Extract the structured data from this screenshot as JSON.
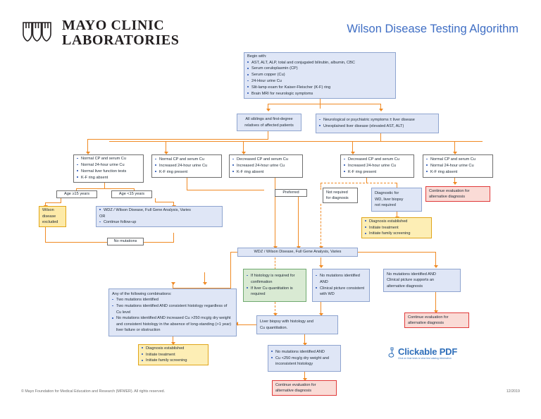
{
  "header": {
    "logo_line1": "MAYO CLINIC",
    "logo_line2": "LABORATORIES",
    "logo_icon": "mayo-shields-icon",
    "title": "Wilson Disease Testing Algorithm",
    "title_color": "#3f6ec4"
  },
  "nodes": {
    "begin": {
      "lead": "Begin with:",
      "items": [
        "AST, ALT, ALP, total and conjugated bilirubin, albumin, CBC",
        "Serum ceruloplasmin (CP)",
        "Serum copper (Cu)",
        "24-Hour urine Cu",
        "Slit-lamp exam for Kaiser-Fleischer (K-F) ring",
        "Brain MRI for neurologic symptoms"
      ]
    },
    "siblings": {
      "line1": "All siblings and first-degree",
      "line2": "relatives of affected patients"
    },
    "neuro": {
      "items": [
        "Neurological or psychiatric symptoms ± liver disease",
        "Unexplained liver disease (elevated AST, ALT)"
      ]
    },
    "crit1": {
      "items": [
        "Normal CP and serum Cu",
        "Normal 24-hour urine Cu",
        "Normal liver function tests",
        "K-F ring absent"
      ]
    },
    "crit2": {
      "items": [
        "Normal CP and serum Cu",
        "Increased 24-hour urine Cu",
        "K-F ring present"
      ]
    },
    "crit3": {
      "items": [
        "Decreased CP and serum Cu",
        "Increased 24-hour urine Cu",
        "K-F ring absent"
      ]
    },
    "crit4": {
      "items": [
        "Decreased CP and serum Cu",
        "Increased 24-hour urine Cu",
        "K-F ring present"
      ]
    },
    "crit5": {
      "items": [
        "Normal CP and serum Cu",
        "Normal 24-hour urine Cu",
        "K-F ring absent"
      ]
    },
    "age_ge15": "Age ≥15 years",
    "age_lt15": "Age <15 years",
    "preferred": "Preferred",
    "not_required": {
      "line1": "Not required",
      "line2": "for diagnosis"
    },
    "diagnostic_wd": {
      "line1": "Diagnostic for",
      "line2": "WD, liver biopsy",
      "line3": "not required"
    },
    "continue_eval_top": {
      "line1": "Continue evaluation for",
      "line2": "alternative diagnosis"
    },
    "wilson_excluded": {
      "line1": "Wilson",
      "line2": "disease",
      "line3": "excluded"
    },
    "wdz_left": {
      "item1": "WDZ / Wilson Disease, Full Gene Analysis, Varies",
      "or": "OR",
      "item2": "Continue follow-up"
    },
    "no_mutations_label": "No mutations",
    "diagnosis_est_right": {
      "items": [
        "Diagnosis established",
        "Initiate treatment",
        "Initiate family screening"
      ]
    },
    "wdz_center": "WDZ / Wilson Disease, Full Gene Analysis, Varies",
    "histology_green": {
      "items": [
        "If histology is required for confirmation",
        "If liver Cu quantitation is required"
      ]
    },
    "no_mut_clinical": {
      "items": [
        "No mutations identified AND",
        "Clinical picture consistent with WD"
      ]
    },
    "no_mut_alt": {
      "line1": "No mutations identified AND",
      "line2": "Clinical picture supports an",
      "line3": "alternative diagnosis"
    },
    "combinations": {
      "lead": "Any of the following combinations:",
      "items": [
        "Two mutations identified",
        "Two mutations identified AND consistent histology regardless of Cu level",
        "No mutations identified AND increased Cu >250 mcg/g dry weight and consistent histology in the absence of long-standing (>1 year) liver failure or obstruction"
      ]
    },
    "liver_biopsy": {
      "line1": "Liver biopsy with histology and",
      "line2": "Cu quantitation."
    },
    "diagnosis_est_bottom": {
      "items": [
        "Diagnosis established",
        "Initiate treatment",
        "Initiate family screening"
      ]
    },
    "no_mut_cu_low": {
      "items": [
        "No mutations identified AND",
        "Cu <250 mcg/g dry weight and inconsistent histology"
      ]
    },
    "continue_eval_mid": {
      "line1": "Continue evaluation for",
      "line2": "alternative diagnosis"
    },
    "continue_eval_bottom": {
      "line1": "Continue evaluation for",
      "line2": "alternative diagnosis"
    }
  },
  "clickable_pdf": {
    "icon": "clickable-pdf-icon",
    "label": "Clickable PDF",
    "sublabel": "Click on blue tests to view test catalog information"
  },
  "footer": {
    "copyright": "© Mayo Foundation for Medical Education and Research (MFMER). All rights reserved.",
    "date": "12/2019"
  },
  "colors": {
    "connector": "#f08a24",
    "blue_fill": "#dfe6f6",
    "blue_border": "#8ea4cf",
    "yellow_fill": "#fdeaa8",
    "yellow_border": "#e0a519",
    "red_fill": "#fadbd6",
    "red_border": "#e03a3a",
    "green_fill": "#d9ead3",
    "green_border": "#6fa96f"
  }
}
